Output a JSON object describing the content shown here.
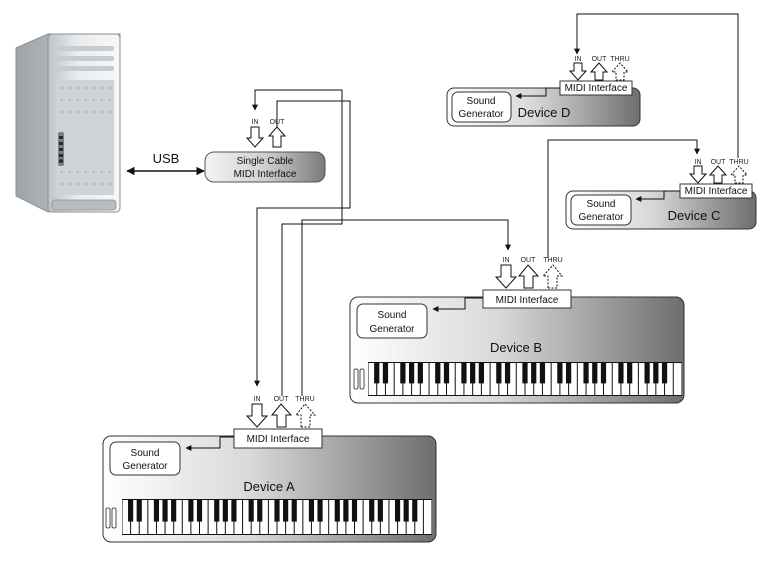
{
  "connection": {
    "usb": "USB"
  },
  "interface_main": {
    "line1": "Single Cable",
    "line2": "MIDI Interface",
    "in": "IN",
    "out": "OUT"
  },
  "port_labels": {
    "in": "IN",
    "out": "OUT",
    "thru": "THRU"
  },
  "devices": {
    "a": {
      "name": "Device A",
      "midi": "MIDI Interface",
      "sound1": "Sound",
      "sound2": "Generator"
    },
    "b": {
      "name": "Device B",
      "midi": "MIDI Interface",
      "sound1": "Sound",
      "sound2": "Generator"
    },
    "c": {
      "name": "Device C",
      "midi": "MIDI Interface",
      "sound1": "Sound",
      "sound2": "Generator"
    },
    "d": {
      "name": "Device D",
      "midi": "MIDI Interface",
      "sound1": "Sound",
      "sound2": "Generator"
    }
  }
}
